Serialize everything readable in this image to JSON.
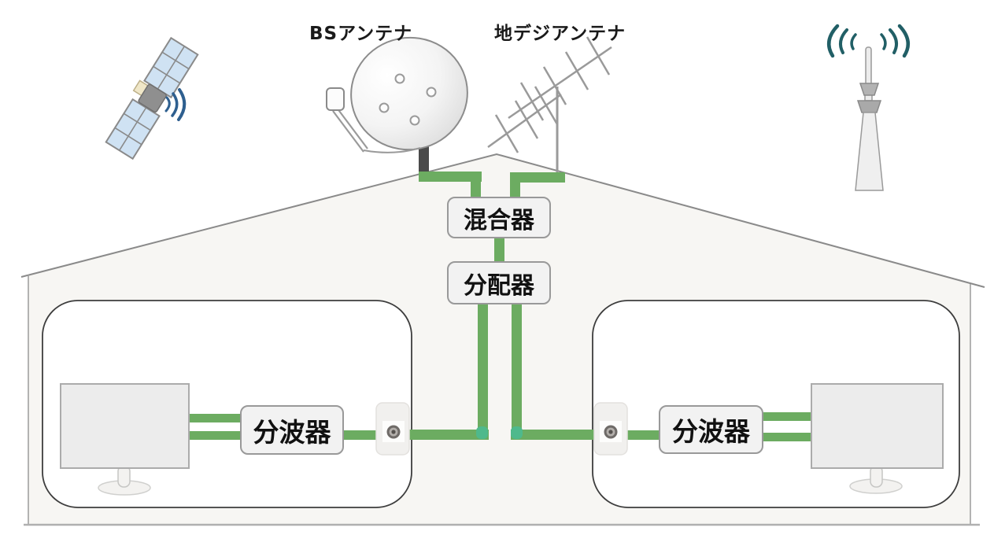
{
  "labels": {
    "bs_antenna": "BSアンテナ",
    "terrestrial_antenna": "地デジアンテナ"
  },
  "devices": {
    "mixer": "混合器",
    "distributor": "分配器",
    "separator_left": "分波器",
    "separator_right": "分波器"
  },
  "icons": {
    "satellite": "satellite-icon",
    "satellite_dish": "satellite-dish-icon",
    "yagi_antenna": "yagi-antenna-icon",
    "broadcast_tower": "broadcast-tower-icon",
    "satellite_signal_waves": "signal-waves-icon",
    "tower_signal_waves": "signal-waves-icon",
    "tv_left": "tv-icon",
    "tv_right": "tv-icon",
    "coax_outlet_left": "coax-outlet-icon",
    "coax_outlet_right": "coax-outlet-icon"
  },
  "colors": {
    "cable_green": "#6CAC61",
    "cable_elbow_teal": "#4FB98C",
    "satellite_wave_blue": "#2E5F8F",
    "tower_wave_teal": "#215F66",
    "house_fill": "#F7F6F3",
    "room_fill": "#FFFFFF",
    "device_box_fill": "#F2F2F2",
    "device_box_border": "#999999",
    "tv_fill": "#ECECEC",
    "antenna_mast_dark": "#4A4A4A",
    "solar_panel_blue": "#CFE2F3"
  }
}
